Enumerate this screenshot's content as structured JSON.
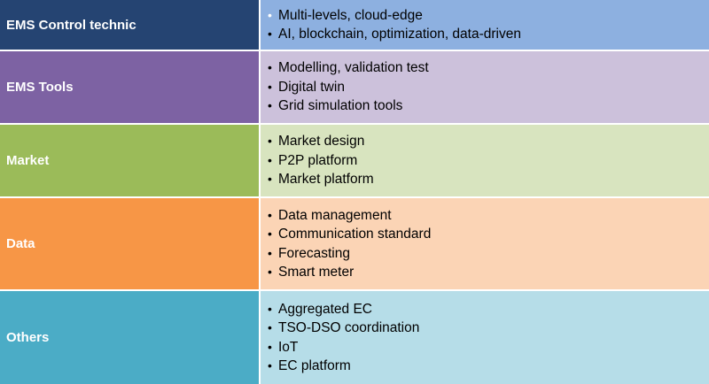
{
  "rows": [
    {
      "category": "EMS Control technic",
      "cat_color": "#254472",
      "bg_color": "#8DB0E0",
      "items": [
        "Multi-levels, cloud-edge",
        "AI, blockchain, optimization, data-driven"
      ],
      "bullet_colors": [
        "#ffffff",
        "#000000"
      ]
    },
    {
      "category": "EMS Tools",
      "cat_color": "#7D62A3",
      "bg_color": "#CCC1DB",
      "items": [
        "Modelling, validation test",
        "Digital twin",
        "Grid simulation tools"
      ]
    },
    {
      "category": "Market",
      "cat_color": "#9BBB59",
      "bg_color": "#D8E4BF",
      "items": [
        "Market design",
        "P2P platform",
        "Market platform"
      ]
    },
    {
      "category": "Data",
      "cat_color": "#F79646",
      "bg_color": "#FBD4B5",
      "items": [
        "Data management",
        "Communication standard",
        "Forecasting",
        "Smart meter"
      ]
    },
    {
      "category": "Others",
      "cat_color": "#4BACC6",
      "bg_color": "#B6DDE8",
      "items": [
        "Aggregated EC",
        "TSO-DSO coordination",
        "IoT",
        "EC platform"
      ]
    }
  ],
  "bullet_glyph": "•"
}
